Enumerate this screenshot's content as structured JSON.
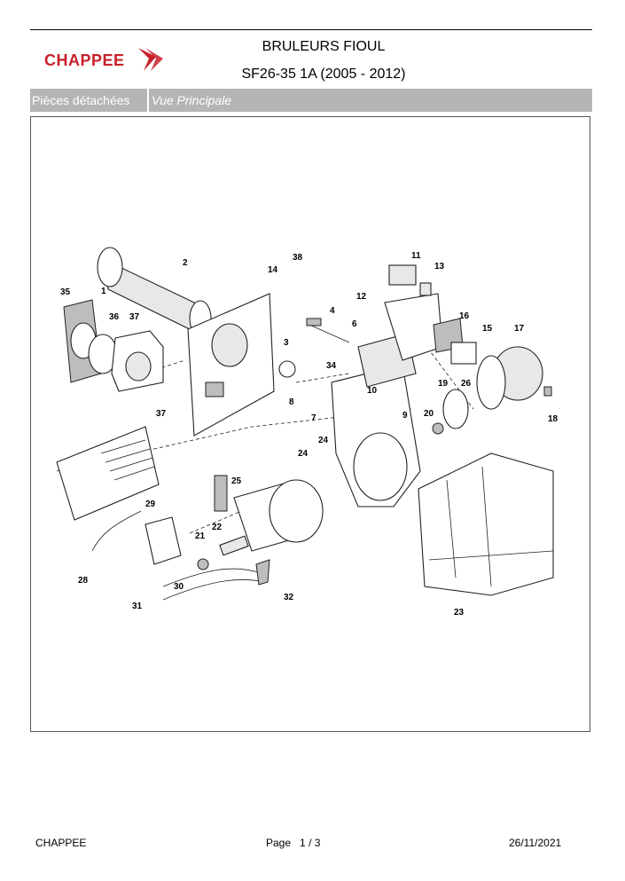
{
  "header": {
    "brand": "CHAPPEE",
    "title": "BRULEURS FIOUL",
    "subtitle": "SF26-35 1A (2005 - 2012)"
  },
  "section_bar": {
    "left_label": "Pièces détachées",
    "right_label": "Vue Principale"
  },
  "diagram": {
    "callouts": [
      "1",
      "2",
      "3",
      "4",
      "6",
      "7",
      "8",
      "9",
      "10",
      "11",
      "12",
      "13",
      "14",
      "15",
      "16",
      "17",
      "18",
      "19",
      "20",
      "21",
      "22",
      "23",
      "24",
      "24",
      "25",
      "26",
      "28",
      "29",
      "30",
      "31",
      "32",
      "34",
      "35",
      "36",
      "37",
      "37",
      "38"
    ]
  },
  "footer": {
    "company": "CHAPPEE",
    "page_label": "Page",
    "page_number": "1",
    "page_separator": "/",
    "page_total": "3",
    "date": "26/11/2021"
  }
}
